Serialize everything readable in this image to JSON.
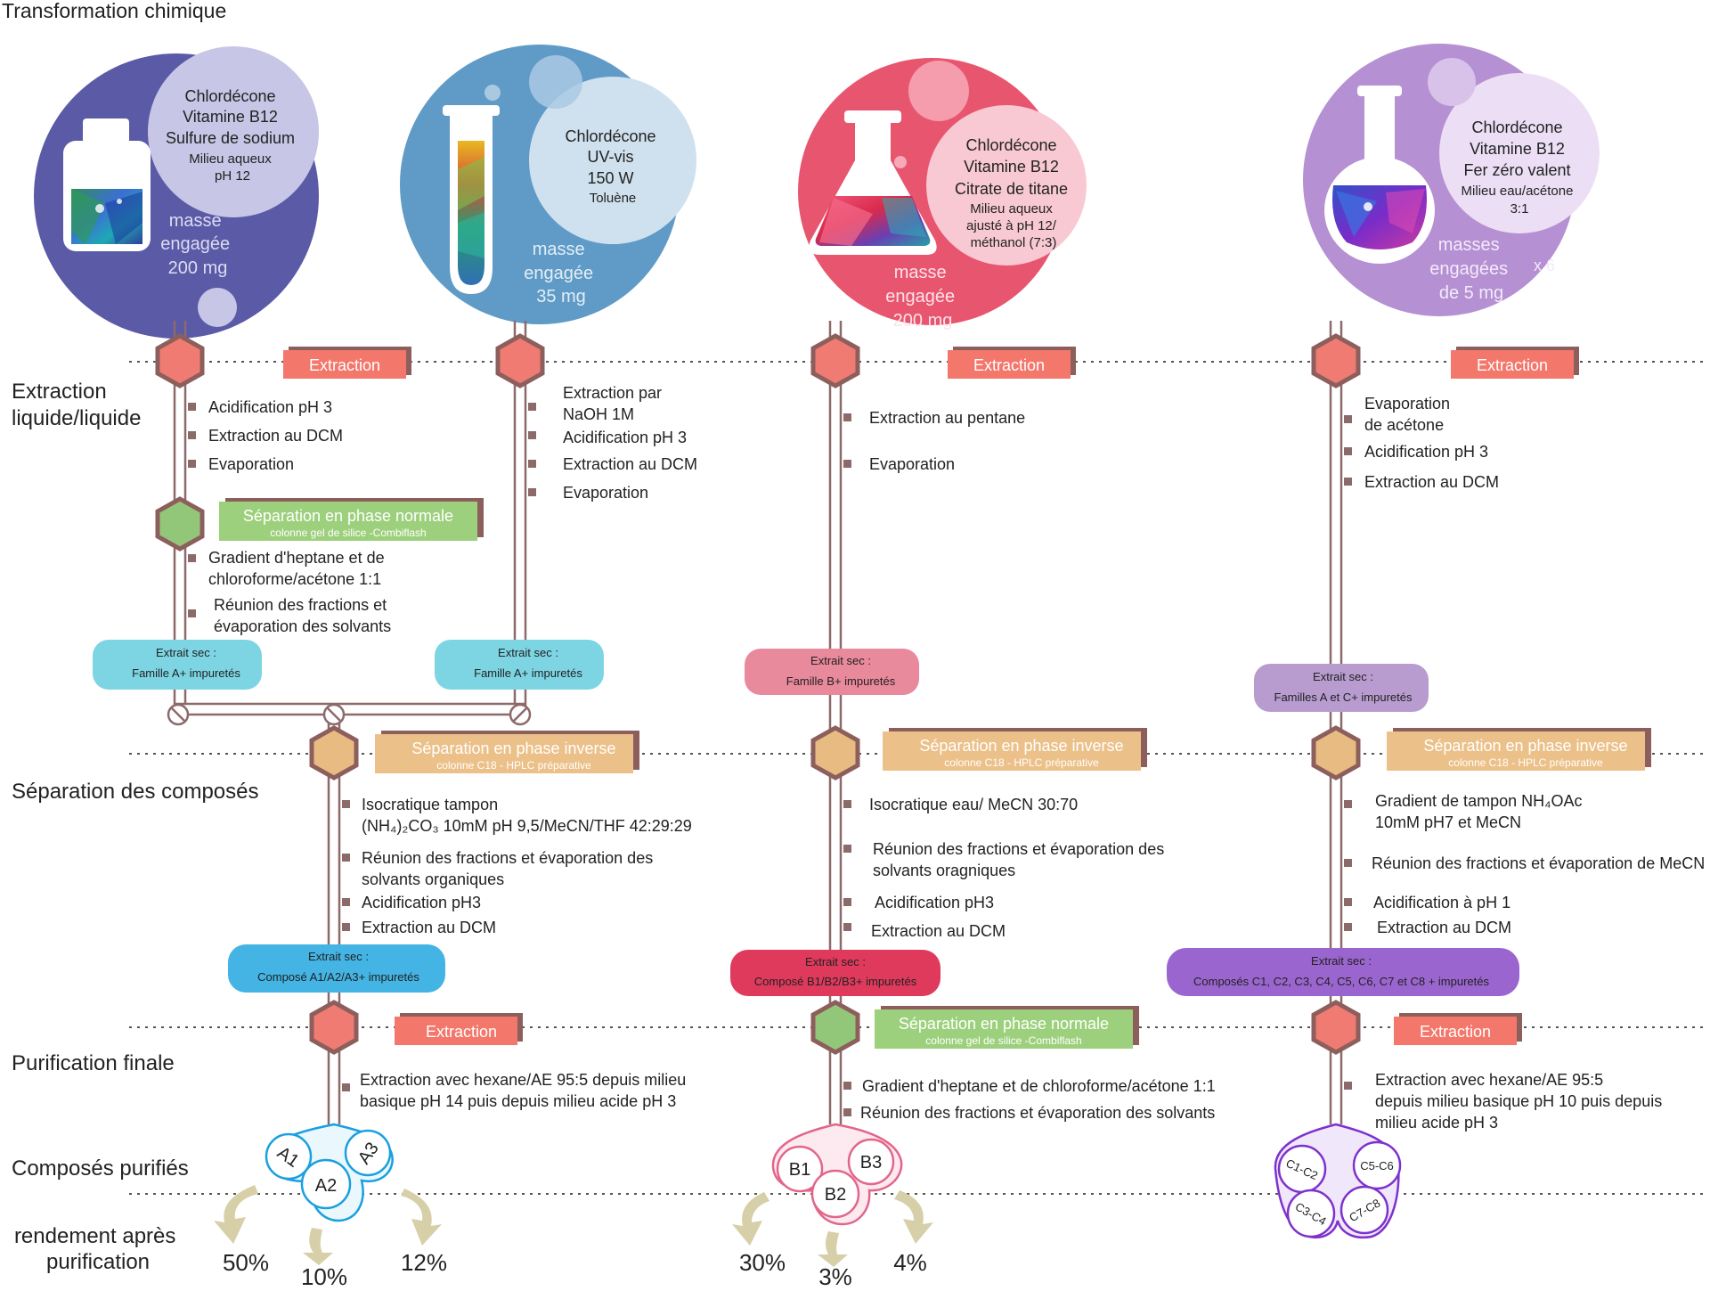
{
  "title": "Transformation chimique",
  "stages": {
    "extraction": [
      "Extraction",
      "liquide/liquide"
    ],
    "separation": "Séparation des composés",
    "purification": "Purification finale",
    "purified": "Composés purifiés",
    "yield": [
      "rendement après",
      "purification"
    ]
  },
  "reactions": [
    {
      "lines": [
        "Chlordécone",
        "Vitamine B12",
        "Sulfure de sodium",
        "Milieu aqueux",
        "pH 12"
      ],
      "mass": [
        "masse",
        "engagée",
        "200 mg"
      ],
      "color": "#5a5aa6",
      "inner": "#c7c6e6"
    },
    {
      "lines": [
        "Chlordécone",
        "UV-vis",
        "150 W",
        "Toluène"
      ],
      "mass": [
        "masse",
        "engagée",
        "35 mg"
      ],
      "color": "#5f9bc6",
      "inner": "#cfe1ee"
    },
    {
      "lines": [
        "Chlordécone",
        "Vitamine B12",
        "Citrate de titane",
        "Milieu aqueux",
        "ajusté à pH 12/",
        "méthanol (7:3)"
      ],
      "mass": [
        "masse",
        "engagée",
        "200 mg"
      ],
      "color": "#e8556f",
      "inner": "#f8c9d2"
    },
    {
      "lines": [
        "Chlordécone",
        "Vitamine B12",
        "Fer zéro valent",
        "Milieu eau/acétone",
        "3:1"
      ],
      "mass": [
        "masses",
        "engagées",
        "de 5 mg"
      ],
      "mass_extra": "x 6",
      "color": "#b590d2",
      "inner": "#ecdff5"
    }
  ],
  "labels": {
    "extraction": "Extraction",
    "normal_phase": "Séparation en phase normale",
    "normal_phase_sub": "colonne gel de silice -Combiflash",
    "reverse_phase": "Séparation en phase inverse",
    "reverse_phase_sub": "colonne C18 - HPLC préparative",
    "extrait_sec": "Extrait sec :"
  },
  "steps": {
    "col1_extraction": [
      "Acidification pH 3",
      "Extraction au DCM",
      "Evaporation"
    ],
    "col1_normal": [
      "Gradient d'heptane et de",
      "chloroforme/acétone 1:1",
      "Réunion des fractions et",
      "évaporation des solvants"
    ],
    "col2_extraction": [
      "Extraction par",
      "NaOH 1M",
      "Acidification pH 3",
      "Extraction au DCM",
      "Evaporation"
    ],
    "col3_extraction": [
      "Extraction au pentane",
      "Evaporation"
    ],
    "col4_extraction": [
      "Evaporation",
      "de acétone",
      "Acidification pH 3",
      "Extraction au DCM"
    ],
    "colA_separation": [
      "Isocratique tampon",
      "(NH₄)₂CO₃ 10mM pH 9,5/MeCN/THF 42:29:29",
      "Réunion des fractions et évaporation des",
      "solvants organiques",
      "Acidification pH3",
      "Extraction au DCM"
    ],
    "colB_separation": [
      "Isocratique eau/ MeCN 30:70",
      "Réunion des fractions et évaporation des",
      "solvants oragniques",
      "Acidification pH3",
      "Extraction au DCM"
    ],
    "colC_separation": [
      "Gradient de tampon NH₄OAc",
      "10mM pH7 et MeCN",
      "Réunion des fractions et évaporation de MeCN",
      "Acidification à pH 1",
      "Extraction au DCM"
    ],
    "colA_final": [
      "Extraction avec hexane/AE 95:5 depuis milieu",
      "basique pH 14 puis depuis milieu acide pH 3"
    ],
    "colB_final": [
      "Gradient d'heptane et de chloroforme/acétone 1:1",
      "Réunion des fractions et évaporation des solvants"
    ],
    "colC_final": [
      "Extraction avec hexane/AE 95:5",
      "depuis milieu basique pH 10 puis depuis",
      "milieu acide pH 3"
    ]
  },
  "extracts": {
    "e1": "Famille A+ impuretés",
    "e2": "Famille A+ impuretés",
    "e3": "Famille B+ impuretés",
    "e4": "Familles A et C+ impuretés",
    "cA": "Composé A1/A2/A3+ impuretés",
    "cB": "Composé B1/B2/B3+ impuretés",
    "cC": "Composés C1, C2, C3, C4, C5, C6, C7 et C8 + impuretés"
  },
  "compounds": {
    "A": [
      "A1",
      "A2",
      "A3"
    ],
    "B": [
      "B1",
      "B2",
      "B3"
    ],
    "C": [
      "C1-C2",
      "C5-C6",
      "C3-C4",
      "C7-C8"
    ]
  },
  "yields": {
    "A": [
      "50%",
      "10%",
      "12%"
    ],
    "B": [
      "30%",
      "3%",
      "4%"
    ]
  },
  "colors": {
    "node_red": "#f07b72",
    "node_green": "#92c77a",
    "node_tan": "#e7bb82",
    "hex_border": "#8d5f5c",
    "line": "#8d6a6a",
    "label_extraction": "#f3776b",
    "label_normal": "#9dd07c",
    "label_reverse": "#ecc089",
    "extract_cyan": "#7dd5e3",
    "extract_pink": "#e9899c",
    "extract_lilac": "#b89cd0",
    "comp_blue": "#43b4e4",
    "comp_red": "#df3a5c",
    "comp_purple": "#9b65cf",
    "ring_A": "#1a9fe0",
    "ring_B": "#e2668a",
    "ring_C": "#7e32cc",
    "arrow": "#d6cfa8"
  }
}
